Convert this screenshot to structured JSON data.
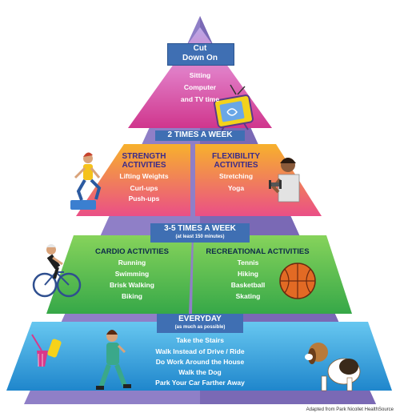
{
  "top": {
    "title_line1": "Cut",
    "title_line2": "Down On",
    "items": [
      "Sitting",
      "Computer",
      "and TV time"
    ]
  },
  "twice": {
    "label": "2 TIMES A WEEK",
    "strength": {
      "heading_line1": "STRENGTH",
      "heading_line2": "ACTIVITIES",
      "items": [
        "Lifting Weights",
        "Curl-ups",
        "Push-ups"
      ]
    },
    "flexibility": {
      "heading_line1": "FLEXIBILITY",
      "heading_line2": "ACTIVITIES",
      "items": [
        "Stretching",
        "Yoga"
      ]
    }
  },
  "three_five": {
    "label": "3-5 TIMES A WEEK",
    "sublabel": "(at least 150 minutes)",
    "cardio": {
      "heading": "CARDIO ACTIVITIES",
      "items": [
        "Running",
        "Swimming",
        "Brisk Walking",
        "Biking"
      ]
    },
    "recreational": {
      "heading": "RECREATIONAL ACTIVITIES",
      "items": [
        "Tennis",
        "Hiking",
        "Basketball",
        "Skating"
      ]
    }
  },
  "everyday": {
    "label": "EVERYDAY",
    "sublabel": "(as much as possible)",
    "items": [
      "Take the Stairs",
      "Walk Instead of Drive / Ride",
      "Do Work Around the House",
      "Walk the Dog",
      "Park Your Car Farther Away"
    ]
  },
  "credit": "Adapted from Park Nicollet HealthSource",
  "illustrations": [
    "tv-icon",
    "woman-stepper-icon",
    "man-dumbbell-icon",
    "cyclist-icon",
    "basketball-icon",
    "cleaning-supplies-icon",
    "woman-walking-phone-icon",
    "beagle-dog-icon"
  ],
  "colors": {
    "top": "#d6409a",
    "twice": "#f2753a",
    "three_five": "#5ec24a",
    "everyday": "#2aa3df",
    "label_box": "#3f6fb3",
    "pyramid_back": "#8f7fc7"
  }
}
